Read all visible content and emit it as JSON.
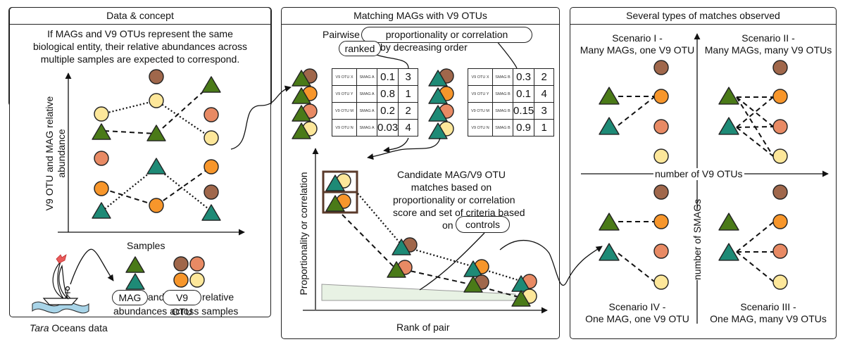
{
  "colors": {
    "brown": "#a0674b",
    "salmon": "#e88a64",
    "orange": "#f7962b",
    "yellow": "#fde79a",
    "olive_green": "#4a7a18",
    "teal": "#1e8a76",
    "wave_blue": "#a8d4e8",
    "lightning_red": "#e85a5a",
    "shade_green": "#e8f2e4"
  },
  "panels": {
    "data_concept": {
      "title": "Data & concept",
      "intro_lines": [
        "If MAGs and V9 OTUs represent the same",
        "biological entity, their relative abundances across",
        "multiple samples are expected to correspond."
      ],
      "y_axis_label_line1": "V9 OTU and MAG relative",
      "y_axis_label_line2": "abundance",
      "x_axis_label": "Samples",
      "source_label_italic": "Tara",
      "source_label_rest": " Oceans data",
      "legend_mag": "MAG",
      "legend_and": "and",
      "legend_otu": "V9 OTU",
      "legend_relative": "relative",
      "legend_line2": "abundances across samples"
    },
    "matching": {
      "title": "Matching MAGs with V9 OTUs",
      "pairwise": "Pairwise",
      "pill_metric": "proportionality or correlation",
      "pill_ranked": "ranked",
      "ranked_suffix": "by decreasing order",
      "table_a": [
        {
          "otu": "V9 OTU X",
          "mag": "SMAG A",
          "score": "0.1",
          "rank": "3"
        },
        {
          "otu": "V9 OTU Y",
          "mag": "SMAG A",
          "score": "0.8",
          "rank": "1"
        },
        {
          "otu": "V9 OTU M",
          "mag": "SMAG A",
          "score": "0.2",
          "rank": "2"
        },
        {
          "otu": "V9 OTU N",
          "mag": "SMAG A",
          "score": "0.03",
          "rank": "4"
        }
      ],
      "table_b": [
        {
          "otu": "V9 OTU X",
          "mag": "SMAG B",
          "score": "0.3",
          "rank": "2"
        },
        {
          "otu": "V9 OTU Y",
          "mag": "SMAG B",
          "score": "0.1",
          "rank": "4"
        },
        {
          "otu": "V9 OTU M",
          "mag": "SMAG B",
          "score": "0.15",
          "rank": "3"
        },
        {
          "otu": "V9 OTU N",
          "mag": "SMAG B",
          "score": "0.9",
          "rank": "1"
        }
      ],
      "candidate_lines": [
        "Candidate MAG/V9 OTU",
        "matches based on",
        "proportionality or correlation",
        "score and set of criteria based"
      ],
      "candidate_on": "on",
      "pill_controls": "controls",
      "y_axis_label": "Proportionality or correlation",
      "x_axis_label": "Rank of pair"
    },
    "scenarios": {
      "title": "Several types of matches observed",
      "scenario_1_line1": "Scenario I -",
      "scenario_1_line2": "Many MAGs, one V9 OTU",
      "scenario_2_line1": "Scenario II -",
      "scenario_2_line2": "Many MAGs, many V9 OTUs",
      "scenario_3_line1": "Scenario III -",
      "scenario_3_line2": "One MAG, many V9 OTUs",
      "scenario_4_line1": "Scenario IV -",
      "scenario_4_line2": "One MAG, one V9 OTU",
      "x_axis_label": "number of V9 OTUs",
      "y_axis_label": "number of SMAGs"
    }
  }
}
